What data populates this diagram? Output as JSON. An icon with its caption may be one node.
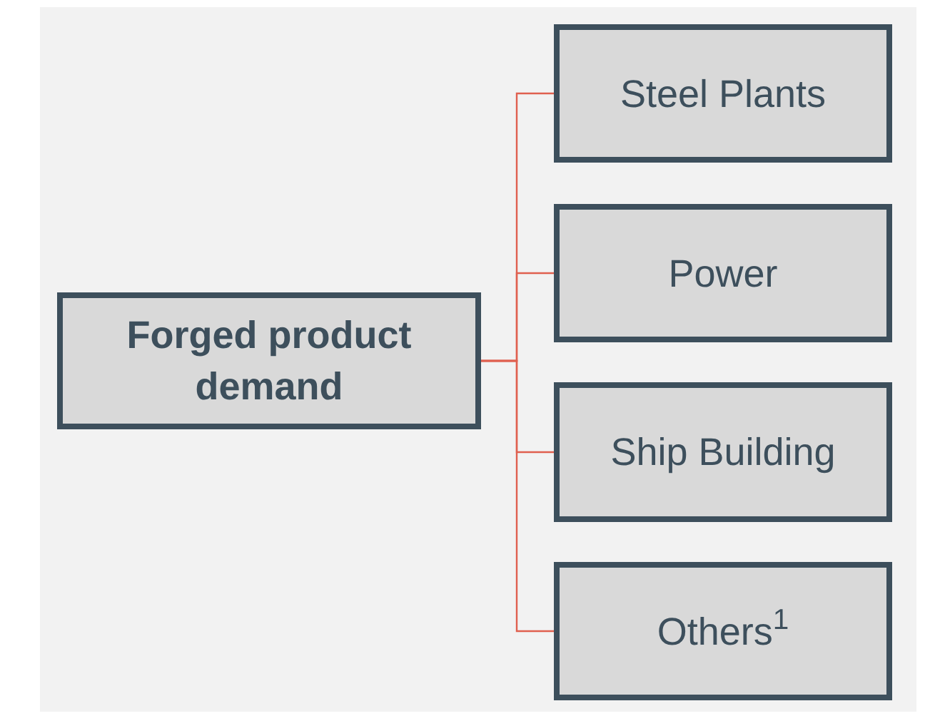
{
  "diagram": {
    "nodes": [
      {
        "text": [
          "Forged product demand"
        ]
      },
      {
        "text": [
          "Steel Plants"
        ]
      },
      {
        "text": [
          "Power"
        ]
      },
      {
        "text": [
          "Ship Building"
        ]
      },
      {
        "text": [
          "Others$^{1}$"
        ]
      }
    ],
    "edges": [
      {
        "from": 0,
        "to": 1,
        "arrow": "none"
      },
      {
        "from": 0,
        "to": 2,
        "arrow": "none"
      },
      {
        "from": 0,
        "to": 3,
        "arrow": "none"
      },
      {
        "from": 0,
        "to": 4,
        "arrow": "none"
      }
    ]
  }
}
